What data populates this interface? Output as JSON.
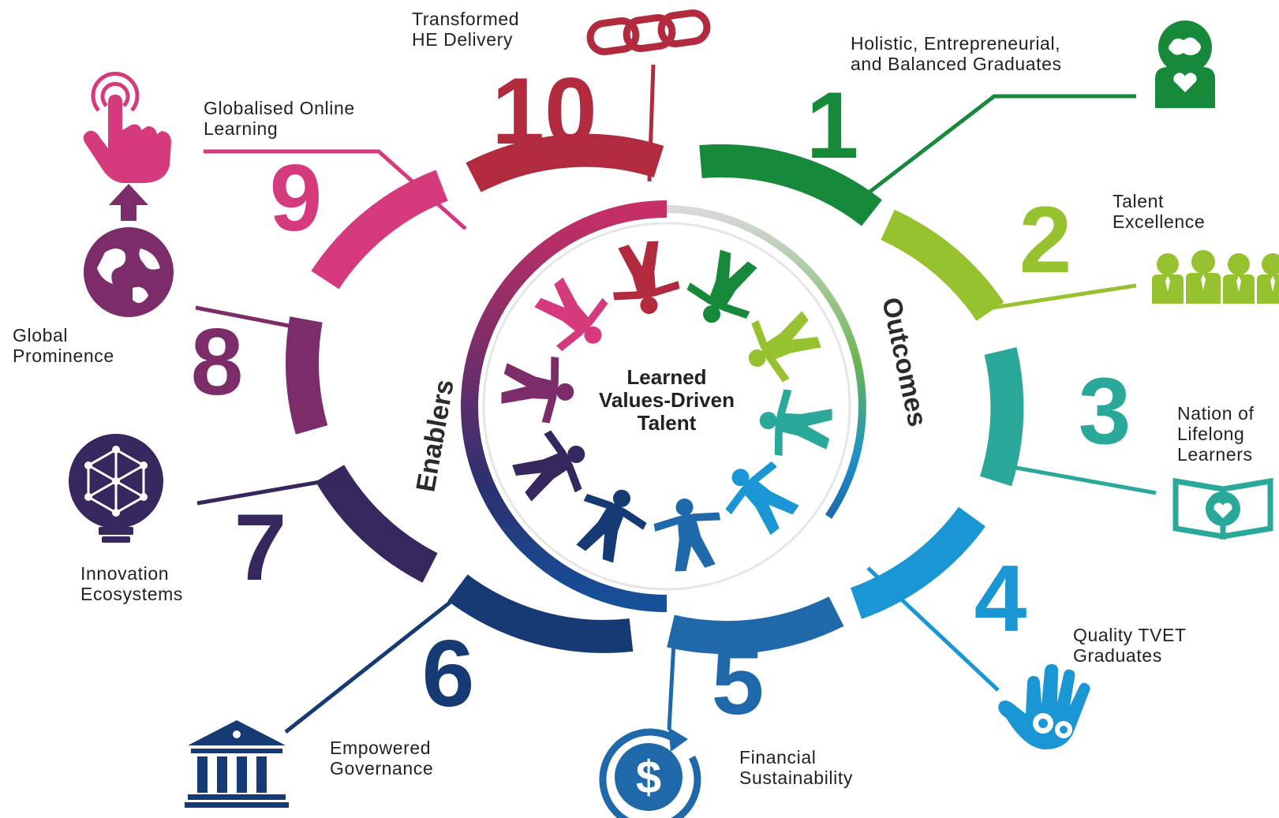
{
  "center": {
    "line1": "Learned",
    "line2": "Values-Driven",
    "line3": "Talent"
  },
  "ring": {
    "left": "Enablers",
    "right": "Outcomes"
  },
  "pillars": [
    {
      "num": "1",
      "label1": "Holistic, Entrepreneurial,",
      "label2": "and Balanced Graduates",
      "color": "#17893a",
      "icon": "head-heart-icon"
    },
    {
      "num": "2",
      "label1": "Talent",
      "label2": "Excellence",
      "color": "#97c230",
      "icon": "people-group-icon"
    },
    {
      "num": "3",
      "label1": "Nation of",
      "label2": "Lifelong",
      "label3": "Learners",
      "color": "#2aa99a",
      "icon": "book-heart-icon"
    },
    {
      "num": "4",
      "label1": "Quality TVET",
      "label2": "Graduates",
      "color": "#1996d3",
      "icon": "hand-gears-icon"
    },
    {
      "num": "5",
      "label1": "Financial",
      "label2": "Sustainability",
      "color": "#1f69ab",
      "icon": "dollar-cycle-icon"
    },
    {
      "num": "6",
      "label1": "Empowered",
      "label2": "Governance",
      "color": "#163a74",
      "icon": "institution-icon"
    },
    {
      "num": "7",
      "label1": "Innovation",
      "label2": "Ecosystems",
      "color": "#36275e",
      "icon": "lightbulb-network-icon"
    },
    {
      "num": "8",
      "label1": "Global",
      "label2": "Prominence",
      "color": "#7c2d69",
      "icon": "globe-arrow-icon"
    },
    {
      "num": "9",
      "label1": "Globalised Online",
      "label2": "Learning",
      "color": "#d53a7c",
      "icon": "touch-hand-icon"
    },
    {
      "num": "10",
      "label1": "Transformed",
      "label2": "HE Delivery",
      "color": "#b12a3e",
      "icon": "chain-link-icon"
    }
  ]
}
